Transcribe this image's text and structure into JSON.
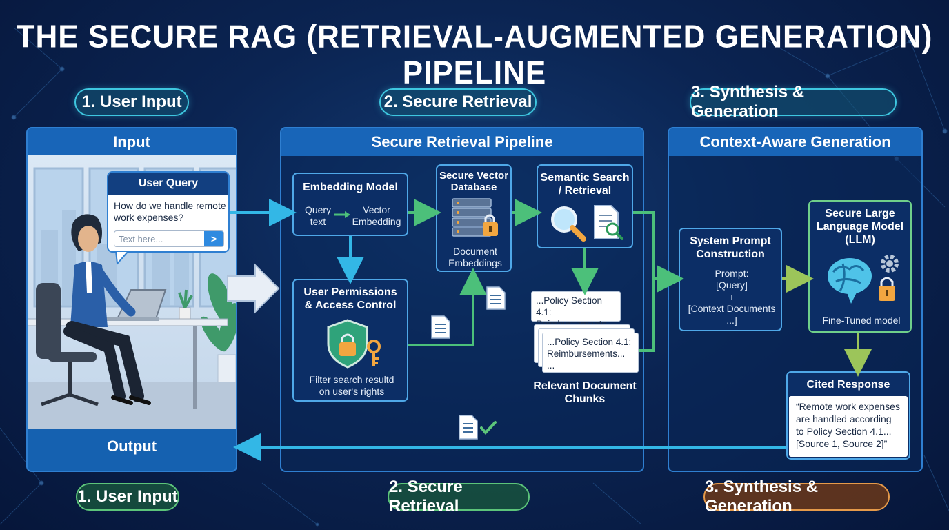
{
  "title": "THE SECURE RAG (RETRIEVAL-AUGMENTED GENERATION) PIPELINE",
  "stage_labels_top": [
    "1. User Input",
    "2. Secure Retrieval",
    "3. Synthesis & Generation"
  ],
  "stage_labels_bottom": [
    "1. User Input",
    "2. Secure Retrieval",
    "3. Synthesis & Generation"
  ],
  "input_panel": {
    "header": "Input",
    "footer": "Output",
    "bubble": {
      "title": "User Query",
      "question": "How do we handle remote work expenses?",
      "placeholder": "Text here...",
      "send_glyph": ">"
    }
  },
  "retrieval_panel": {
    "header": "Secure Retrieval Pipeline",
    "embedding": {
      "title": "Embedding Model",
      "left": "Query\ntext",
      "right": "Vector\nEmbedding"
    },
    "vector_db": {
      "title": "Secure Vector\nDatabase",
      "caption": "Document\nEmbeddings"
    },
    "search": {
      "title": "Semantic Search\n/ Retrieval"
    },
    "permissions": {
      "title": "User Permissions\n& Access Control",
      "caption": "Filter search resultd\non user's rights"
    },
    "chunks": {
      "chunk_a": "...Policy Section 4.1:\nReimbursements...",
      "chunk_b": "...Policy Section 4.1:\nReimbursements...\n...",
      "label": "Relevant Document\nChunks"
    }
  },
  "generation_panel": {
    "header": "Context-Aware Generation",
    "prompt": {
      "title": "System Prompt\nConstruction",
      "body": "Prompt:\n[Query]\n+\n[Context Documents\n...]"
    },
    "llm": {
      "title": "Secure Large\nLanguage Model\n(LLM)",
      "caption": "Fine-Tuned model"
    },
    "cited": {
      "title": "Cited Response",
      "body": "“Remote work expenses are handled according to Policy Section 4.1... [Source 1, Source 2]”"
    }
  },
  "colors": {
    "background": "#0b2452",
    "panel_header": "#1865b8",
    "accent_cyan": "#3ec7e0",
    "accent_green": "#5cc47a",
    "accent_orange": "#e59a4a",
    "arrow_green": "#4cc07a",
    "arrow_cyan": "#33b7e6",
    "arrow_olive": "#9cc55a"
  },
  "icons": [
    "document-icon",
    "document-check-icon",
    "database-lock-icon",
    "magnifier-icon",
    "shield-lock-icon",
    "brain-icon",
    "gear-icon",
    "padlock-icon"
  ]
}
